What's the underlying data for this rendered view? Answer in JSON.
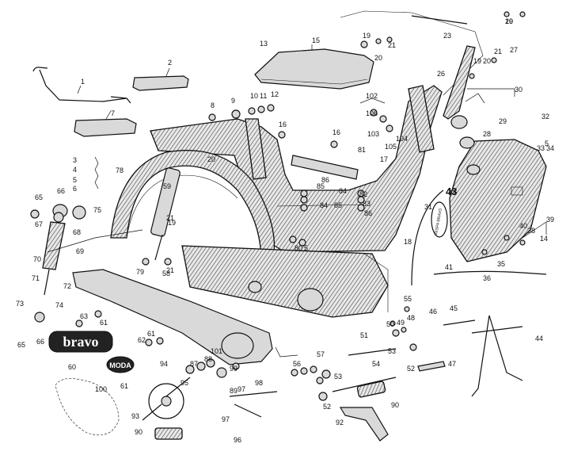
{
  "diagram": {
    "labels": [
      "1",
      "2",
      "3",
      "4",
      "5",
      "6",
      "7",
      "8",
      "9",
      "10",
      "11",
      "12",
      "13",
      "14",
      "15",
      "16",
      "16",
      "17",
      "18",
      "19",
      "19",
      "19",
      "19",
      "20",
      "20",
      "20",
      "20",
      "21",
      "21",
      "21",
      "21",
      "23",
      "26",
      "27",
      "28",
      "29",
      "30",
      "31",
      "32",
      "33",
      "34",
      "35",
      "36",
      "38",
      "39",
      "40",
      "41",
      "43",
      "44",
      "45",
      "46",
      "47",
      "48",
      "49",
      "50",
      "51",
      "52",
      "52",
      "53",
      "53",
      "54",
      "55",
      "56",
      "57",
      "58",
      "59",
      "60",
      "61",
      "61",
      "61",
      "62",
      "63",
      "65",
      "65",
      "66",
      "66",
      "67",
      "68",
      "69",
      "70",
      "71",
      "72",
      "73",
      "74",
      "75",
      "78",
      "79",
      "80",
      "81",
      "82",
      "83",
      "84",
      "84",
      "85",
      "85",
      "86",
      "86",
      "87",
      "88",
      "89",
      "90",
      "90",
      "92",
      "93",
      "94",
      "95",
      "96",
      "97",
      "97",
      "98",
      "99",
      "100",
      "101",
      "102",
      "103",
      "104",
      "105",
      "106",
      "5",
      "5"
    ],
    "bravo_badge": "bravo",
    "moda_badge": "MODA",
    "tank_number": "43",
    "oval_badge": "VESPA BRAVO"
  }
}
